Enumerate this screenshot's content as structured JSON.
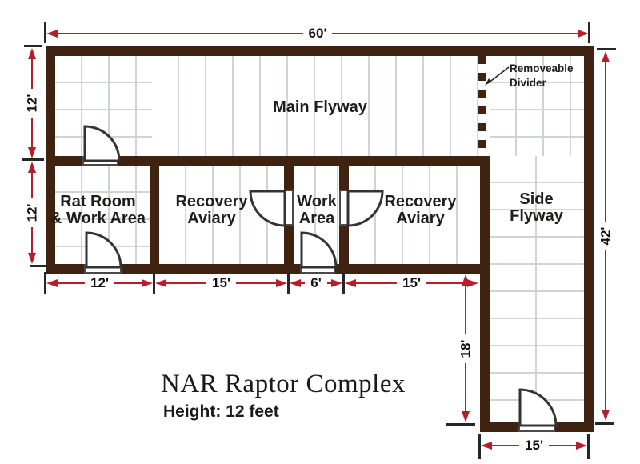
{
  "diagram": {
    "title": "NAR Raptor Complex",
    "subtitle": "Height: 12 feet"
  },
  "rooms": {
    "main_flyway": "Main Flyway",
    "rat_room_line1": "Rat Room",
    "rat_room_line2": "& Work Area",
    "recovery_left_line1": "Recovery",
    "recovery_left_line2": "Aviary",
    "work_area_line1": "Work",
    "work_area_line2": "Area",
    "recovery_right_line1": "Recovery",
    "recovery_right_line2": "Aviary",
    "side_flyway_line1": "Side",
    "side_flyway_line2": "Flyway"
  },
  "annotations": {
    "divider_line1": "Removeable",
    "divider_line2": "Divider"
  },
  "dimensions": {
    "overall_width": "60'",
    "flyway_depth": "12'",
    "room_depth": "12'",
    "overall_height_right": "42'",
    "rat_room_width": "12'",
    "recovery_left_width": "15'",
    "work_area_width": "6'",
    "recovery_right_width": "15'",
    "side_flyway_lower_height": "18'",
    "side_flyway_width": "15'"
  },
  "colors": {
    "wall": "#3f2310",
    "dimension_red": "#b51f2b",
    "hatch": "#cfd6d2",
    "text": "#1d1d1b"
  }
}
